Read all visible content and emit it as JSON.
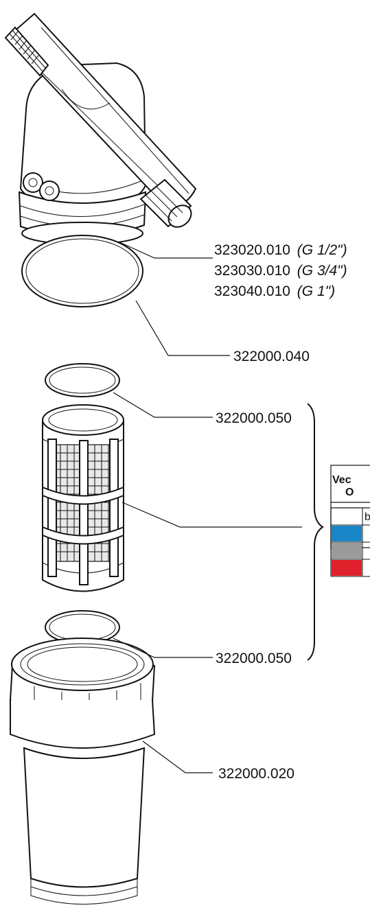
{
  "parts": [
    {
      "part_number": "323020.010",
      "size": "(G 1/2\")"
    },
    {
      "part_number": "323030.010",
      "size": "(G 3/4\")"
    },
    {
      "part_number": "323040.010",
      "size": "(G 1\")"
    },
    {
      "part_number": "322000.040",
      "size": ""
    },
    {
      "part_number": "322000.050",
      "size": ""
    },
    {
      "part_number": "322000.050",
      "size": ""
    },
    {
      "part_number": "322000.020",
      "size": ""
    }
  ],
  "mesh_table": {
    "header_line1": "Vec",
    "header_line2": "O",
    "rows": [
      {
        "swatch": "#ffffff",
        "text": "b"
      },
      {
        "swatch": "#1a86c8",
        "text": ""
      },
      {
        "swatch": "#9b9b9b",
        "text": ""
      },
      {
        "swatch": "#e0202a",
        "text": ""
      }
    ]
  }
}
